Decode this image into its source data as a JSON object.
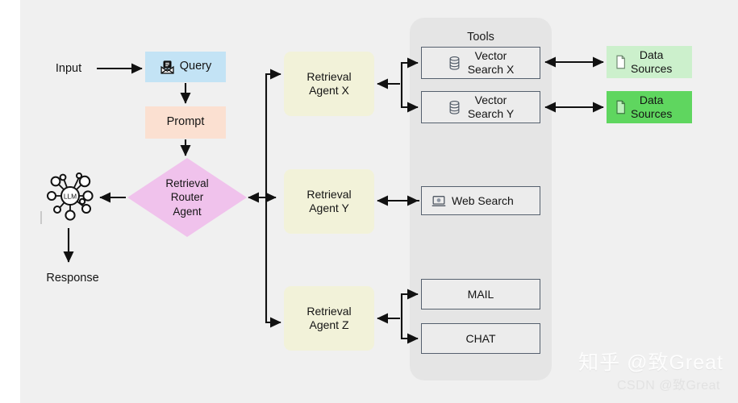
{
  "diagram": {
    "title": "Agentic RAG retrieval router flow",
    "canvas_bg": "#f0f0f0",
    "left_flow": {
      "input_label": "Input",
      "query_label": "Query",
      "query_icon": "envelope-document-icon",
      "query_color": "#c3e3f5",
      "prompt_label": "Prompt",
      "prompt_color": "#fbe0d1",
      "response_label": "Response",
      "llm_label": "LLM",
      "llm_icon": "neural-network-icon"
    },
    "router": {
      "line1": "Retrieval",
      "line2": "Router",
      "line3": "Agent",
      "color": "#f0c2ec"
    },
    "agents": [
      {
        "line1": "Retrieval",
        "line2": "Agent X",
        "color": "#f2f2d9"
      },
      {
        "line1": "Retrieval",
        "line2": "Agent Y",
        "color": "#f2f2d9"
      },
      {
        "line1": "Retrieval",
        "line2": "Agent Z",
        "color": "#f2f2d9"
      }
    ],
    "tools_panel": {
      "label": "Tools",
      "color": "#e5e5e5",
      "items": [
        {
          "line1": "Vector",
          "line2": "Search X",
          "icon": "database-icon"
        },
        {
          "line1": "Vector",
          "line2": "Search Y",
          "icon": "database-icon"
        },
        {
          "line1": "Web Search",
          "line2": "",
          "icon": "monitor-icon"
        },
        {
          "line1": "MAIL",
          "line2": "",
          "icon": ""
        },
        {
          "line1": "CHAT",
          "line2": "",
          "icon": ""
        }
      ]
    },
    "data_sources": [
      {
        "line1": "Data",
        "line2": "Sources",
        "icon": "document-icon",
        "color": "#ccf0cc"
      },
      {
        "line1": "Data",
        "line2": "Sources",
        "icon": "document-icon",
        "color": "#5fd65f"
      }
    ],
    "watermarks": {
      "primary": "知乎 @致Great",
      "secondary": "CSDN @致Great"
    }
  }
}
